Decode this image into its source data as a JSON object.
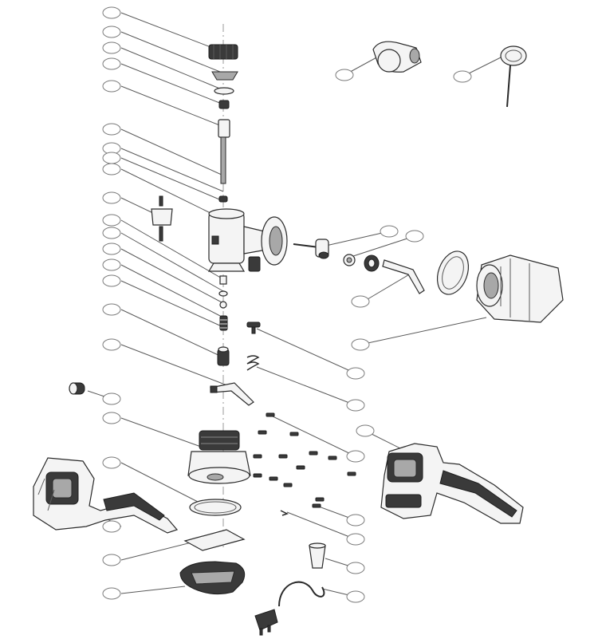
{
  "diagram": {
    "kind": "exploded parts view",
    "callouts": [
      {
        "id": "c-l01"
      },
      {
        "id": "c-l02"
      },
      {
        "id": "c-l03"
      },
      {
        "id": "c-l04"
      },
      {
        "id": "c-l05"
      },
      {
        "id": "c-l06"
      },
      {
        "id": "c-l07"
      },
      {
        "id": "c-l08"
      },
      {
        "id": "c-l09"
      },
      {
        "id": "c-l10"
      },
      {
        "id": "c-l11"
      },
      {
        "id": "c-l12"
      },
      {
        "id": "c-l13"
      },
      {
        "id": "c-l14"
      },
      {
        "id": "c-l15"
      },
      {
        "id": "c-l16"
      },
      {
        "id": "c-l17"
      },
      {
        "id": "c-l18"
      },
      {
        "id": "c-l19"
      },
      {
        "id": "c-l20"
      },
      {
        "id": "c-l21"
      },
      {
        "id": "c-l22"
      },
      {
        "id": "c-r01"
      },
      {
        "id": "c-r02"
      },
      {
        "id": "c-r03"
      },
      {
        "id": "c-r04"
      },
      {
        "id": "c-r05"
      },
      {
        "id": "c-r06"
      },
      {
        "id": "c-r07"
      },
      {
        "id": "c-r08"
      },
      {
        "id": "c-r09"
      },
      {
        "id": "c-r10"
      },
      {
        "id": "c-r11"
      },
      {
        "id": "c-r12"
      },
      {
        "id": "c-r13"
      },
      {
        "id": "c-r14"
      },
      {
        "id": "c-r15"
      }
    ],
    "colors": {
      "line": "#5a5a5a",
      "part_outline": "#2a2a2a",
      "part_fill": "#f4f4f4",
      "dark_fill": "#3a3a3a",
      "background": "#ffffff"
    }
  }
}
